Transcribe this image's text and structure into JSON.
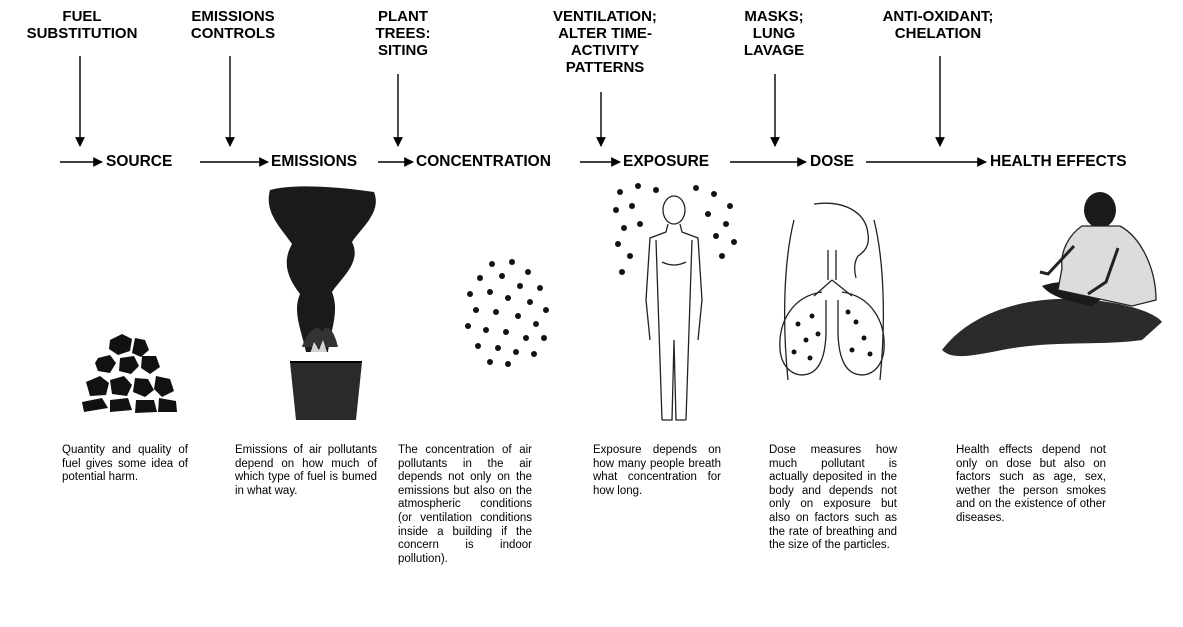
{
  "interventions": [
    {
      "id": "fuel-substitution",
      "label": "FUEL\nSUBSTITUTION"
    },
    {
      "id": "emissions-controls",
      "label": "EMISSIONS\nCONTROLS"
    },
    {
      "id": "plant-trees",
      "label": "PLANT\nTREES:\nSITING"
    },
    {
      "id": "ventilation",
      "label": "VENTILATION;\nALTER TIME-\nACTIVITY\nPATTERNS"
    },
    {
      "id": "masks",
      "label": "MASKS;\nLUNG\nLAVAGE"
    },
    {
      "id": "anti-oxidant",
      "label": "ANTI-OXIDANT;\nCHELATION"
    }
  ],
  "stages": [
    {
      "id": "source",
      "label": "SOURCE",
      "illustration": "coal-pile",
      "description": "Quantity and quality of fuel gives some idea of potential harm."
    },
    {
      "id": "emissions",
      "label": "EMISSIONS",
      "illustration": "smoke-plume",
      "description": "Emissions of air pollutants depend on how much of which type of fuel is bumed in what way."
    },
    {
      "id": "concentration",
      "label": "CONCENTRATION",
      "illustration": "particle-cloud",
      "description": "The concentration of air pollutants in the air depends not only on the emissions but also on the atmospheric conditions (or ventilation conditions inside a building if the concern is indoor pollution)."
    },
    {
      "id": "exposure",
      "label": "EXPOSURE",
      "illustration": "human-figure",
      "description": "Exposure depends on how many people breath what concentration for how long."
    },
    {
      "id": "dose",
      "label": "DOSE",
      "illustration": "lungs",
      "description": "Dose measures how much pollutant is actually deposited in the body and depends not only on exposure but also on factors such as the rate of breathing and the size of the particles."
    },
    {
      "id": "health-effects",
      "label": "HEALTH EFFECTS",
      "illustration": "sick-person",
      "description": "Health effects depend not only on dose but also on factors such as age, sex, wether the person smokes and on the existence of other diseases."
    }
  ]
}
